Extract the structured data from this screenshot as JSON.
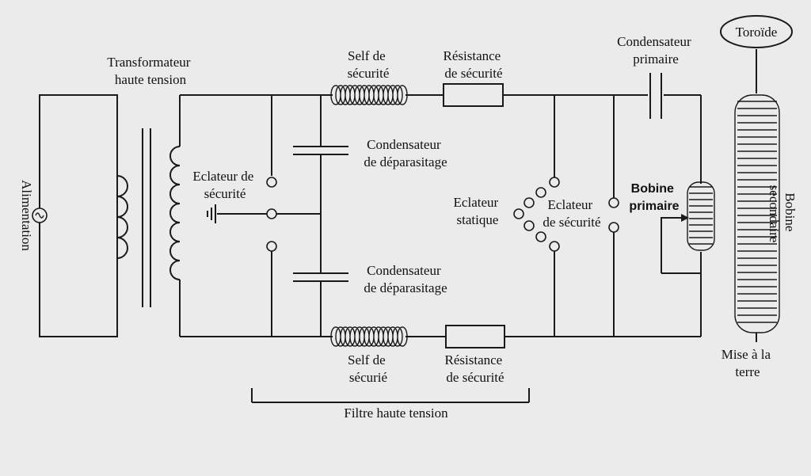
{
  "labels": {
    "transformateur": [
      "Transformateur",
      "haute tension"
    ],
    "alimentation": "Alimentation",
    "self_top": [
      "Self de",
      "sécurité"
    ],
    "resistance_top": [
      "Résistance",
      "de sécurité"
    ],
    "condensateur_primaire": [
      "Condensateur",
      "primaire"
    ],
    "toroide": "Toroïde",
    "condensateur_dep_top": [
      "Condensateur",
      "de déparasitage"
    ],
    "condensateur_dep_bottom": [
      "Condensateur",
      "de déparasitage"
    ],
    "eclateur_securite_left": [
      "Eclateur de",
      "sécurité"
    ],
    "eclateur_statique": [
      "Eclateur",
      "statique"
    ],
    "eclateur_securite_right": [
      "Eclateur",
      "de sécurité"
    ],
    "bobine_primaire": [
      "Bobine",
      "primaire"
    ],
    "bobine_secondaire": [
      "Bobine",
      "secondaire"
    ],
    "self_bottom": [
      "Self de",
      "sécurié"
    ],
    "resistance_bottom": [
      "Résistance",
      "de sécurité"
    ],
    "mise_terre": [
      "Mise à la",
      "terre"
    ],
    "filtre": "Filtre haute tension"
  }
}
